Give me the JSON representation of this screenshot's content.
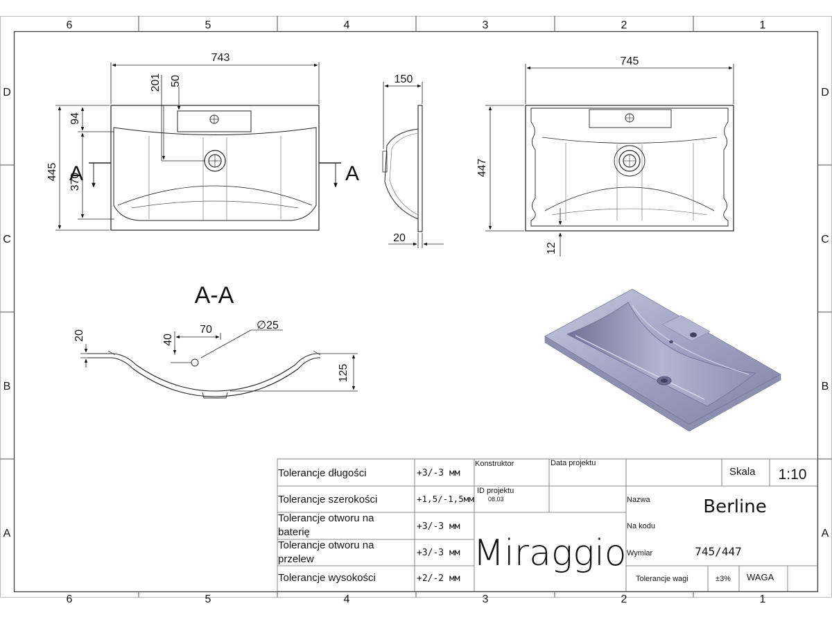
{
  "zones": {
    "columns": [
      "6",
      "5",
      "4",
      "3",
      "2",
      "1"
    ],
    "rows": [
      "D",
      "C",
      "B",
      "A"
    ]
  },
  "top_view": {
    "width": "743",
    "height_total": "445",
    "height_bowl": "370",
    "tap_offset": "94",
    "drain_offset": "201",
    "tap_depth": "50"
  },
  "side_view": {
    "depth": "150",
    "rim": "20"
  },
  "right_view": {
    "width": "745",
    "height": "447",
    "edge": "12"
  },
  "section": {
    "marker": "A",
    "title": "A-A",
    "rim": "20",
    "overflow_height": "40",
    "overflow_offset": "70",
    "overflow_diameter": "∅25",
    "depth": "125"
  },
  "title_block": {
    "tolerances": [
      {
        "label_line1": "Tolerancje długości",
        "label_line2": "",
        "value": "+3/-3 мм"
      },
      {
        "label_line1": "Tolerancje szerokości",
        "label_line2": "",
        "value": "+1,5/-1,5мм"
      },
      {
        "label_line1": "Tolerancje otworu na",
        "label_line2": "baterię",
        "value": "+3/-3 мм"
      },
      {
        "label_line1": "Tolerancje otworu na",
        "label_line2": "przelew",
        "value": "+3/-3 мм"
      },
      {
        "label_line1": "Tolerancje wysokości",
        "label_line2": "",
        "value": "+2/-2 мм"
      }
    ],
    "konstruktor_label": "Konstruktor",
    "data_projektu_label": "Data projektu",
    "id_projektu_label": "ID projektu",
    "id_projektu_value": "08.03",
    "brand": "Miraggio",
    "skala_label": "Skala",
    "skala_value": "1:10",
    "nazwa_label": "Nazwa",
    "nazwa_value": "Berline",
    "na_kodu_label": "Na kodu",
    "wymiar_label": "Wymiar",
    "wymiar_value": "745/447",
    "tolerancje_wagi_label": "Tolerancje wagi",
    "tolerancje_wagi_value": "±3%",
    "waga_label": "WAGA"
  }
}
